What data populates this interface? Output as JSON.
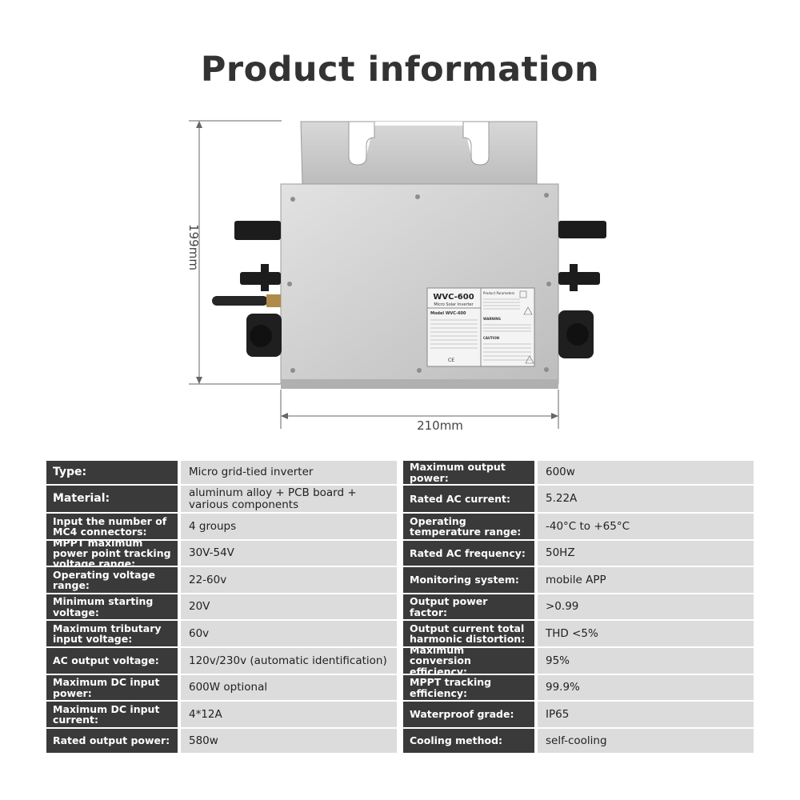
{
  "title": "Product information",
  "product": {
    "model_title": "WVC-600",
    "subtitle": "Micro Solar Inverter",
    "model_line": "Model WVC-600",
    "params_heading": "Product Parameters",
    "warning": "WARNING",
    "caution": "CAUTION",
    "ce_mark": "CE"
  },
  "dimensions": {
    "height": "199mm",
    "width": "210mm"
  },
  "specs_left": [
    {
      "label": "Type:",
      "value": "Micro grid-tied inverter"
    },
    {
      "label": "Material:",
      "value": "aluminum alloy + PCB board + various components"
    },
    {
      "label": "Input the number of MC4 connectors:",
      "value": "4 groups"
    },
    {
      "label": "MPPT maximum power point tracking voltage range:",
      "value": "30V-54V"
    },
    {
      "label": "Operating voltage range:",
      "value": "22-60v"
    },
    {
      "label": "Minimum starting voltage:",
      "value": "20V"
    },
    {
      "label": "Maximum tributary input voltage:",
      "value": "60v"
    },
    {
      "label": "AC output voltage:",
      "value": "120v/230v (automatic identification)"
    },
    {
      "label": "Maximum DC input power:",
      "value": "600W optional"
    },
    {
      "label": "Maximum DC input current:",
      "value": "4*12A"
    },
    {
      "label": "Rated output power:",
      "value": "580w"
    }
  ],
  "specs_right": [
    {
      "label": "Maximum output power:",
      "value": "600w"
    },
    {
      "label": "Rated AC current:",
      "value": "5.22A"
    },
    {
      "label": "Operating temperature range:",
      "value": "-40°C to +65°C"
    },
    {
      "label": "Rated AC frequency:",
      "value": "50HZ"
    },
    {
      "label": "Monitoring system:",
      "value": "mobile APP"
    },
    {
      "label": "Output power factor:",
      "value": ">0.99"
    },
    {
      "label": "Output current total harmonic distortion:",
      "value": "THD <5%"
    },
    {
      "label": "Maximum conversion efficiency:",
      "value": "95%"
    },
    {
      "label": "MPPT tracking efficiency:",
      "value": "99.9%"
    },
    {
      "label": "Waterproof grade:",
      "value": "IP65"
    },
    {
      "label": "Cooling method:",
      "value": "self-cooling"
    }
  ]
}
